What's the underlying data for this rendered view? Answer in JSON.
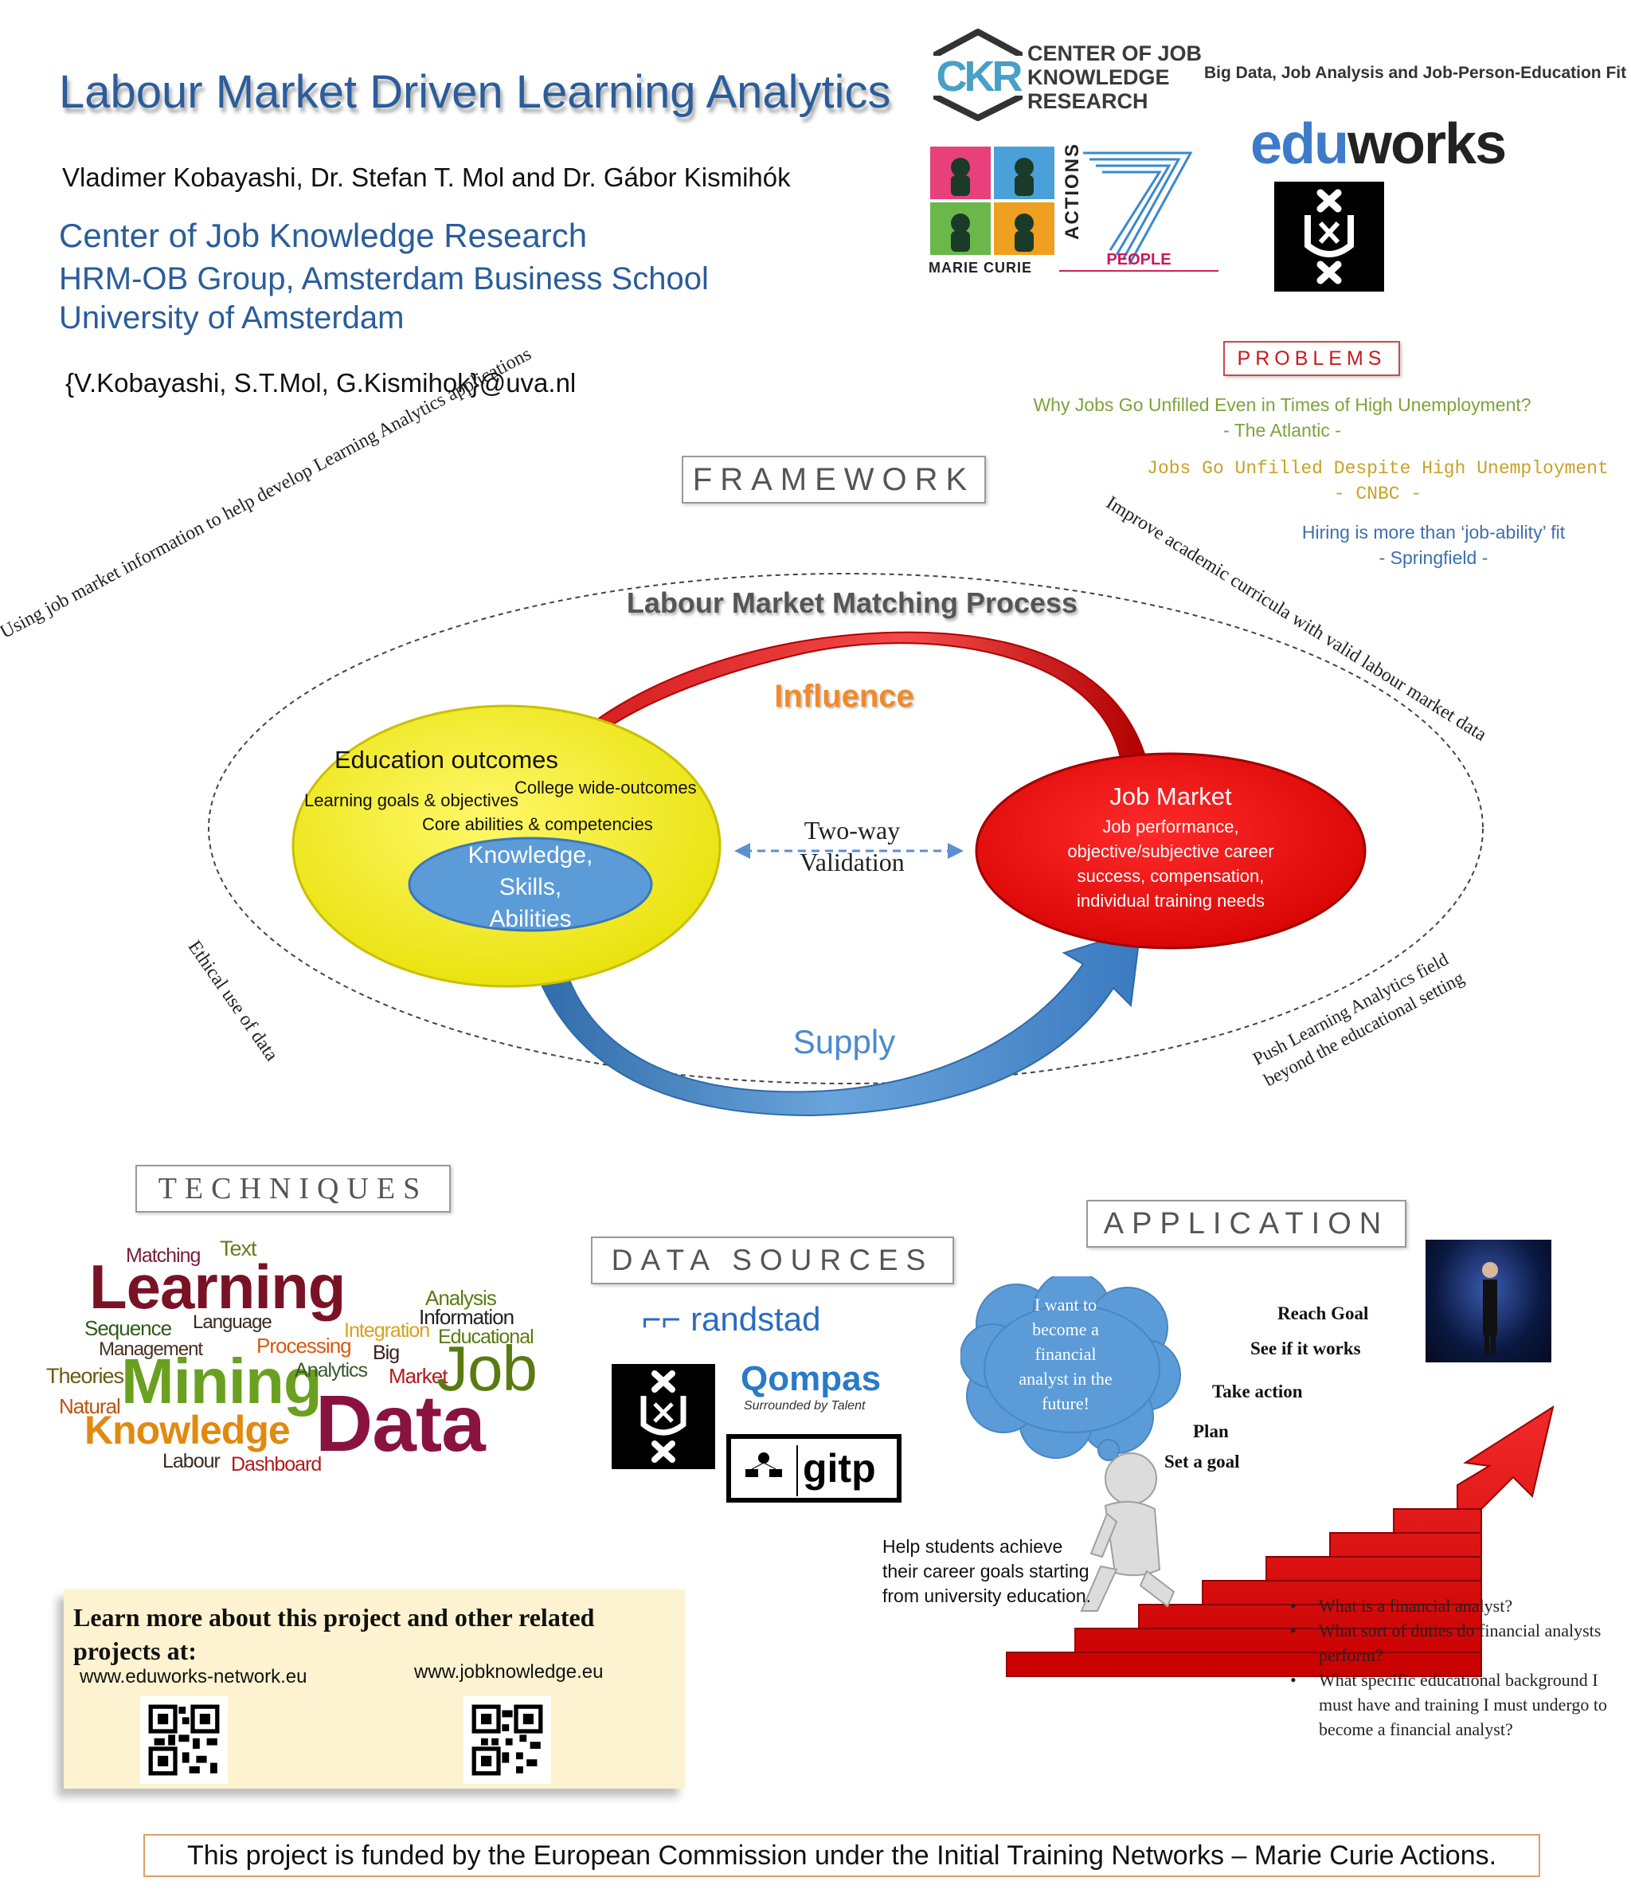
{
  "header": {
    "title": "Labour Market Driven Learning Analytics",
    "authors": "Vladimer Kobayashi, Dr. Stefan T. Mol and Dr. Gábor Kismihók",
    "affiliation": [
      "Center of Job Knowledge Research",
      "HRM-OB Group, Amsterdam Business School",
      "University of Amsterdam"
    ],
    "email": "{V.Kobayashi, S.T.Mol, G.Kismihok}@uva.nl"
  },
  "logos": {
    "ckr_mark": "CKR",
    "ckr_lines": [
      "CENTER OF JOB",
      "KNOWLEDGE",
      "RESEARCH"
    ],
    "ckr_subtitle": "Big Data, Job Analysis and Job-Person-Education Fit",
    "eduworks_a": "edu",
    "eduworks_b": "works",
    "marie_curie": "MARIE CURIE",
    "actions": "ACTIONS",
    "fp7_people": "PEOPLE"
  },
  "problems": {
    "heading": "PROBLEMS",
    "items": [
      {
        "text": "Why Jobs Go Unfilled Even in Times of High Unemployment?",
        "source": "- The Atlantic -",
        "color": "#7da33a"
      },
      {
        "text": "Jobs Go Unfilled Despite High Unemployment",
        "source": "- CNBC -",
        "color": "#c9a227"
      },
      {
        "text": "Hiring is more than ‘job-ability’ fit",
        "source": "- Springfield -",
        "color": "#3d6fb0"
      }
    ]
  },
  "framework": {
    "heading": "FRAMEWORK",
    "process_title": "Labour Market Matching Process",
    "influence": "Influence",
    "supply": "Supply",
    "validation": [
      "Two-way",
      "Validation"
    ],
    "education": {
      "title": "Education outcomes",
      "line1": "Learning goals & objectives",
      "line2": "College wide-outcomes",
      "line3": "Core abilities & competencies",
      "ksa": [
        "Knowledge,",
        "Skills,",
        "Abilities"
      ]
    },
    "job_market": {
      "title": "Job Market",
      "lines": [
        "Job performance,",
        "objective/subjective career",
        "success, compensation,",
        "individual training needs"
      ]
    },
    "ring_texts": {
      "top_left": "Using job market information to help develop Learning Analytics applications",
      "top_right": "Improve academic curricula with valid labour market data",
      "bottom_left": "Ethical use of data",
      "bottom_right": [
        "Push Learning Analytics field",
        "beyond the educational setting"
      ]
    }
  },
  "techniques": {
    "heading": "TECHNIQUES",
    "words": [
      {
        "w": "Matching",
        "c": "#7a1b3a"
      },
      {
        "w": "Text",
        "c": "#6b7a1b"
      },
      {
        "w": "Learning",
        "c": "#7a1226"
      },
      {
        "w": "Analysis",
        "c": "#5c7a12"
      },
      {
        "w": "Information",
        "c": "#222222"
      },
      {
        "w": "Sequence",
        "c": "#2f5a18"
      },
      {
        "w": "Language",
        "c": "#3a2a20"
      },
      {
        "w": "Integration",
        "c": "#d9a020"
      },
      {
        "w": "Educational",
        "c": "#5c7a12"
      },
      {
        "w": "Management",
        "c": "#4a3020"
      },
      {
        "w": "Processing",
        "c": "#d85a10"
      },
      {
        "w": "Big",
        "c": "#3a2020"
      },
      {
        "w": "Theories",
        "c": "#6a5a10"
      },
      {
        "w": "Mining",
        "c": "#6aa020"
      },
      {
        "w": "Analytics",
        "c": "#3a5a2a"
      },
      {
        "w": "Market",
        "c": "#b21a1a"
      },
      {
        "w": "Job",
        "c": "#5a7a12"
      },
      {
        "w": "Natural",
        "c": "#c05010"
      },
      {
        "w": "Knowledge",
        "c": "#e08a10"
      },
      {
        "w": "Data",
        "c": "#8a1240"
      },
      {
        "w": "Labour",
        "c": "#3a2a20"
      },
      {
        "w": "Dashboard",
        "c": "#b21a1a"
      }
    ]
  },
  "data_sources": {
    "heading": "DATA SOURCES",
    "randstad": "randstad",
    "qompas": "Qompas",
    "qompas_tag": "Surrounded by Talent",
    "gitp": "gitp"
  },
  "application": {
    "heading": "APPLICATION",
    "thought": [
      "I want to",
      "become a",
      "financial",
      "analyst in the",
      "future!"
    ],
    "steps": [
      "Reach Goal",
      "See if it works",
      "Take action",
      "Plan",
      "Set a goal"
    ],
    "help_text": [
      "Help students achieve",
      "their career goals starting",
      "from university education."
    ],
    "questions": [
      "What is a financial analyst?",
      "What sort of duties do financial analysts perform?",
      "What specific educational background I must have and training I must undergo to become a financial analyst?"
    ]
  },
  "learn_more": {
    "title_lines": [
      "Learn more about this project and other related",
      "projects at:"
    ],
    "link1": "www.eduworks-network.eu",
    "link2": "www.jobknowledge.eu"
  },
  "footer": "This project is funded by the European Commission under the Initial Training Networks – Marie Curie Actions."
}
